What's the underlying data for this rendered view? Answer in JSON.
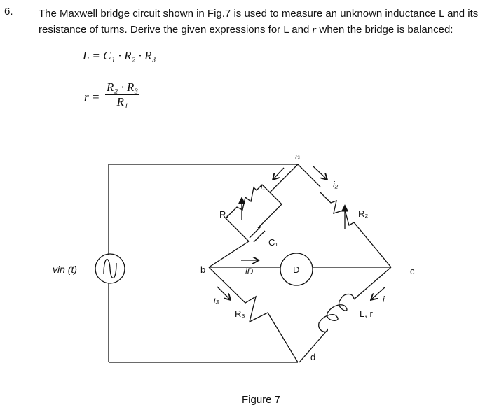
{
  "question": {
    "number": "6.",
    "text_part1": "The Maxwell bridge circuit shown in Fig.7 is used to measure an unknown inductance L and its resistance of turns. Derive the given expressions for L and ",
    "text_italic": "r",
    "text_part2": " when the bridge is balanced:"
  },
  "equations": {
    "eq1": "L = C₁ · R₂ · R₃",
    "eq2_lhs": "r =",
    "eq2_num": "R₂ · R₃",
    "eq2_den": "R₁"
  },
  "circuit": {
    "node_a": "a",
    "node_b": "b",
    "node_c": "c",
    "node_d": "d",
    "r1": "R₁",
    "c1": "C₁",
    "r2": "R₂",
    "r3": "R₃",
    "detector": "D",
    "inductor": "L, r",
    "i1": "i₁",
    "i2": "i₂",
    "i3": "i₃",
    "iD": "iD",
    "i": "i",
    "source": "vin (t)"
  },
  "caption": "Figure 7"
}
